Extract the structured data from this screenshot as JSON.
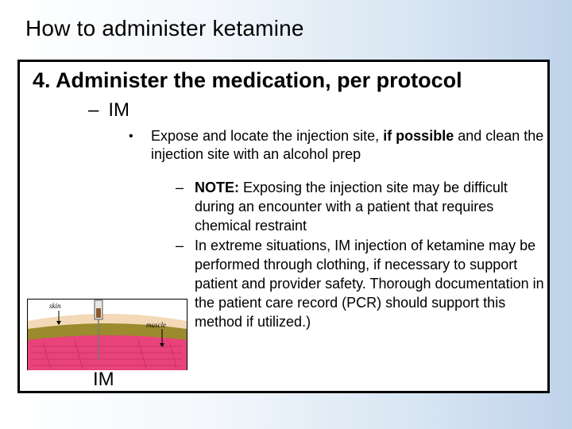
{
  "slide": {
    "title": "How to administer ketamine",
    "heading": "4.  Administer the medication, per protocol",
    "sub_dash": "–",
    "sub_label": "IM",
    "bullet_symbol": "•",
    "bullet_text_1": "Expose and locate the injection site, ",
    "bullet_text_bold": "if possible",
    "bullet_text_2": " and clean the injection site with an alcohol prep",
    "notes": [
      {
        "dash": "–",
        "bold": "NOTE:",
        "text": "  Exposing the injection site may be difficult during an encounter with a patient that requires chemical restraint"
      },
      {
        "dash": "–",
        "bold": "",
        "text": "In extreme situations, IM injection of ketamine may be performed through clothing, if necessary to support patient and provider safety.  Thorough documentation in the patient care record (PCR) should support this method if utilized.)"
      }
    ],
    "diagram": {
      "skin_label": "skin",
      "muscle_label": "muscle",
      "caption": "IM",
      "colors": {
        "skin": "#f3d9b8",
        "fat": "#9b8a2e",
        "muscle": "#e8437a",
        "needle": "#7a7a7a"
      }
    }
  }
}
